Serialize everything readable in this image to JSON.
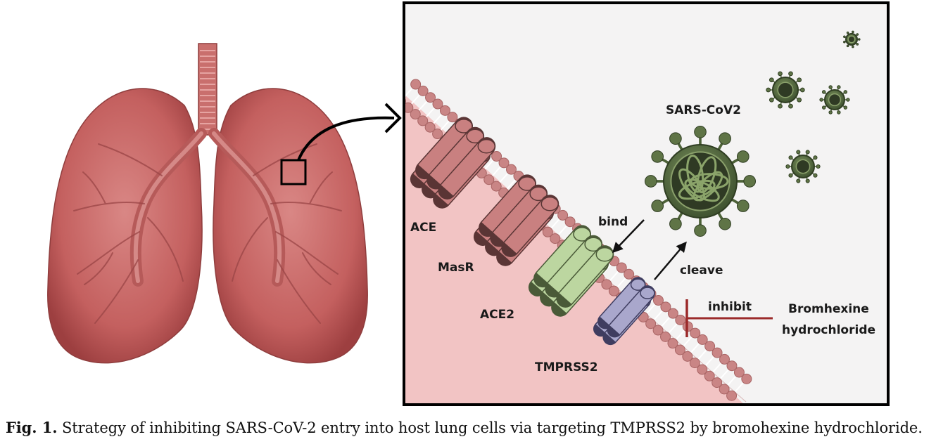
{
  "labels": {
    "ace": "ACE",
    "masr": "MasR",
    "ace2": "ACE2",
    "tmprss2": "TMPRSS2",
    "virus": "SARS-CoV2",
    "bind": "bind",
    "cleave": "cleave",
    "inhibit": "inhibit",
    "drug_line1": "Bromhexine",
    "drug_line2": "hydrochloride"
  },
  "caption": {
    "label": "Fig. 1.",
    "text": "Strategy of inhibiting SARS-CoV-2 entry into host lung cells via targeting TMPRSS2 by bromohexine hydrochloride."
  },
  "colors": {
    "lung": "#c4605f",
    "membrane_head": "#c98585",
    "cytoplasm": "#f2c4c4",
    "ace_receptor": "#c98080",
    "ace2_receptor": "#bcd6a0",
    "tmprss2": "#a9a7cc",
    "virus": "#5f7446",
    "inhibit_line": "#9b2a2a"
  }
}
